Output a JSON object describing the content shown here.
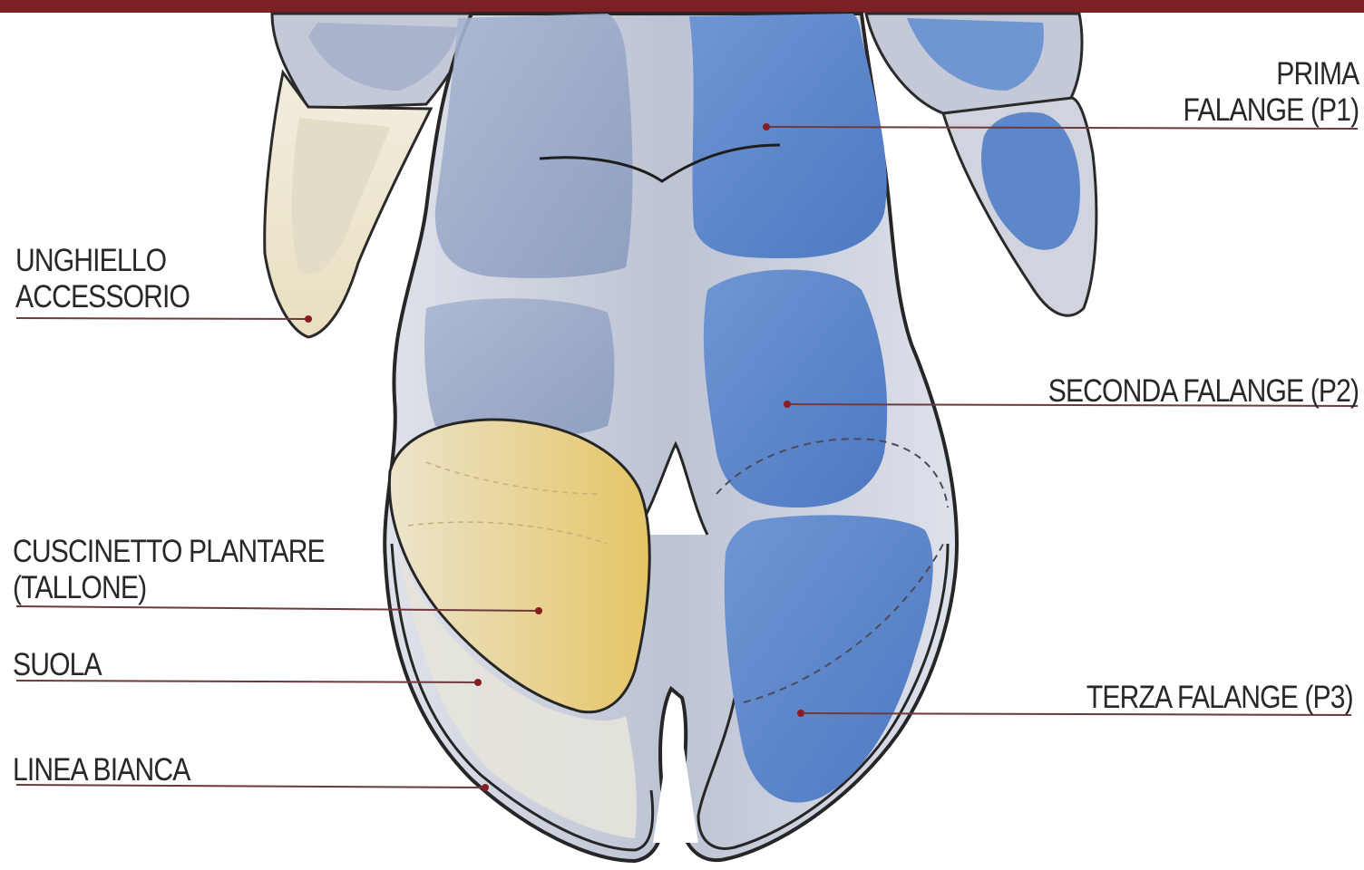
{
  "header_bar": {
    "color": "#7b1f22"
  },
  "labels": {
    "prima_falange": [
      "PRIMA",
      "FALANGE (P1)"
    ],
    "unghiello_accessorio": [
      "UNGHIELLO",
      "ACCESSORIO"
    ],
    "seconda_falange": [
      "SECONDA FALANGE (P2)"
    ],
    "cuscinetto_plantare": [
      "CUSCINETTO PLANTARE",
      "(TALLONE)"
    ],
    "suola": [
      "SUOLA"
    ],
    "terza_falange": [
      "TERZA FALANGE (P3)"
    ],
    "linea_bianca": [
      "LINEA BIANCA"
    ]
  },
  "colors": {
    "leader_line": "#6b3b3d",
    "leader_dot": "#8a1d22",
    "bone_blue": "#5e86c8",
    "hoof_grey": "#c9cdd8",
    "pad_yellow": "#e6cf86",
    "dewclaw_cream": "#ede6cf"
  }
}
